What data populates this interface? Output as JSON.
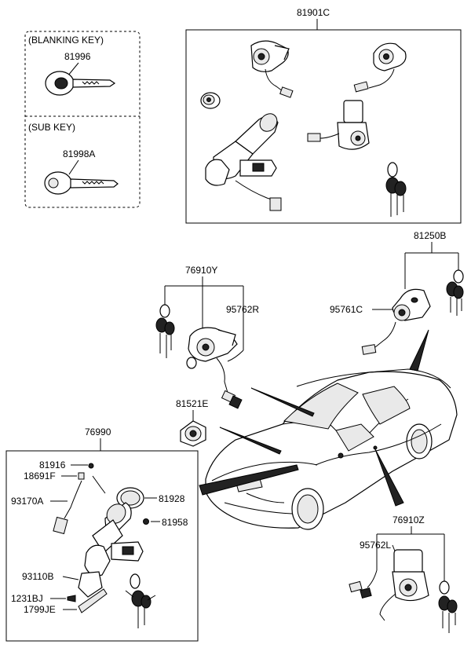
{
  "labels": {
    "blanking_key_title": "(BLANKING KEY)",
    "blanking_key_no": "81996",
    "sub_key_title": "(SUB KEY)",
    "sub_key_no": "81998A",
    "lock_set": "81901C",
    "trunk_set": "81250B",
    "trunk_cyl": "95761C",
    "door_lh_set": "76910Y",
    "door_lh_wire": "95762R",
    "hood_cyl": "81521E",
    "ign_assy": "76990",
    "p81916": "81916",
    "p18691F": "18691F",
    "p93170A": "93170A",
    "p81928": "81928",
    "p81958": "81958",
    "p93110B": "93110B",
    "p1231BJ": "1231BJ",
    "p1799JE": "1799JE",
    "door_rh_set": "76910Z",
    "door_rh_wire": "95762L"
  }
}
